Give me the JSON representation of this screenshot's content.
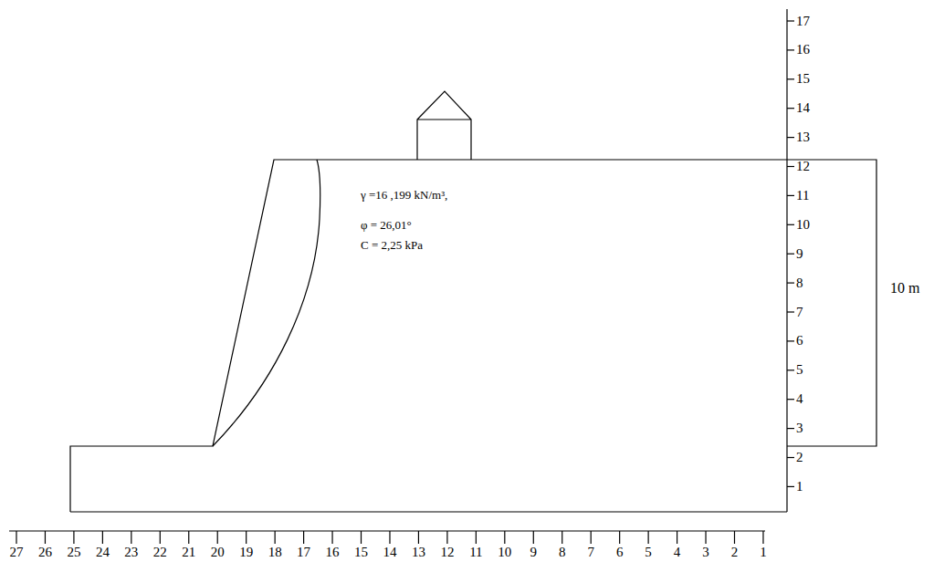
{
  "diagram": {
    "labels": [
      "γ =16 ,199 kN/m³,",
      "φ = 26,01°",
      "C = 2,25 kPa",
      "10 m",
      "17",
      "16",
      "15",
      "14",
      "13",
      "12",
      "11",
      "10",
      "9",
      "8",
      "7",
      "6",
      "5",
      "4",
      "3",
      "2",
      "1",
      "27",
      "26",
      "25",
      "24",
      "23",
      "22",
      "21",
      "20",
      "19",
      "18",
      "17",
      "16",
      "15",
      "14",
      "13",
      "12",
      "11",
      "10",
      "9",
      "8",
      "7",
      "6",
      "5",
      "4",
      "3",
      "2",
      "1"
    ]
  }
}
